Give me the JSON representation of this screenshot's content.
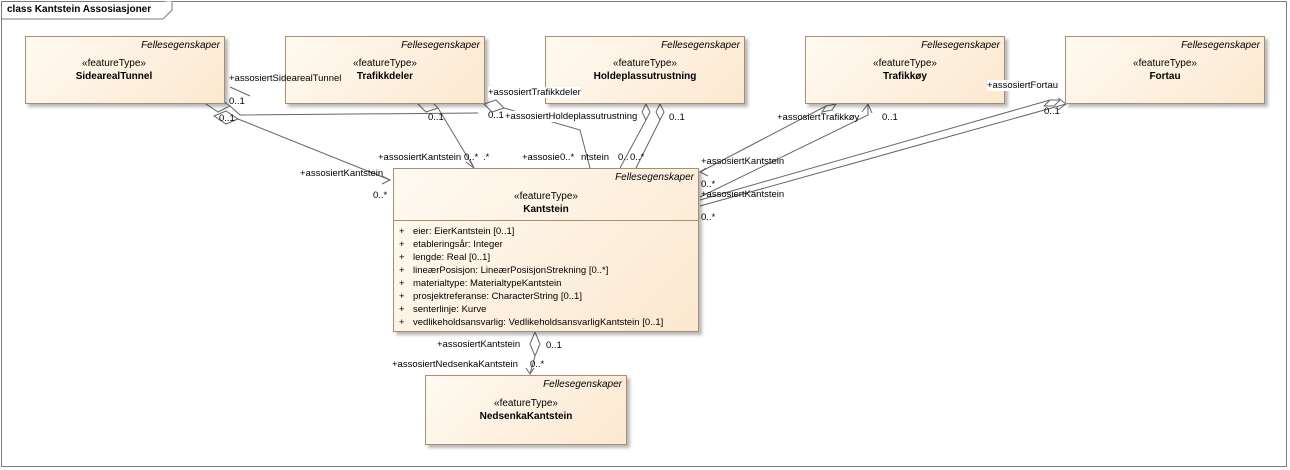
{
  "diagram_title": "class Kantstein Assosiasjoner",
  "classes": {
    "sidearealtunnel": {
      "tag": "Fellesegenskaper",
      "stereotype": "«featureType»",
      "name": "SidearealTunnel"
    },
    "trafikkdeler": {
      "tag": "Fellesegenskaper",
      "stereotype": "«featureType»",
      "name": "Trafikkdeler"
    },
    "holdeplassutrustning": {
      "tag": "Fellesegenskaper",
      "stereotype": "«featureType»",
      "name": "Holdeplassutrustning"
    },
    "trafikkoy": {
      "tag": "Fellesegenskaper",
      "stereotype": "«featureType»",
      "name": "Trafikkøy"
    },
    "fortau": {
      "tag": "Fellesegenskaper",
      "stereotype": "«featureType»",
      "name": "Fortau"
    },
    "kantstein": {
      "tag": "Fellesegenskaper",
      "stereotype": "«featureType»",
      "name": "Kantstein",
      "attributes": [
        {
          "vis": "+",
          "text": "eier: EierKantstein [0..1]"
        },
        {
          "vis": "+",
          "text": "etableringsår: Integer"
        },
        {
          "vis": "+",
          "text": "lengde: Real [0..1]"
        },
        {
          "vis": "+",
          "text": "lineærPosisjon: LineærPosisjonStrekning [0..*]"
        },
        {
          "vis": "+",
          "text": "materialtype: MaterialtypeKantstein"
        },
        {
          "vis": "+",
          "text": "prosjektreferanse: CharacterString [0..1]"
        },
        {
          "vis": "+",
          "text": "senterlinje: Kurve"
        },
        {
          "vis": "+",
          "text": "vedlikeholdsansvarlig: VedlikeholdsansvarligKantstein [0..1]"
        }
      ]
    },
    "nedsenkakantstein": {
      "tag": "Fellesegenskaper",
      "stereotype": "«featureType»",
      "name": "NedsenkaKantstein"
    }
  },
  "labels": {
    "assosiert_sidearealtunnel": "+assosiertSidearealTunnel",
    "sidearealtunnel_mult_a": "0..1",
    "sidearealtunnel_mult_b": "0..1",
    "assosiert_kantstein_1": "+assosiertKantstein",
    "kantstein_mult_1": "0..*",
    "assosiert_trafikkdeler": "+assosiertTrafikkdeler",
    "trafikkdeler_mult_a": "0..1",
    "trafikkdeler_mult_b": "0..1",
    "assosiert_kantstein_2": "+assosiertKantstein",
    "kantstein_mult_2": "0..*",
    "kantstein_mult_2b": ".*",
    "assosiert_holdeplassutrustning": "+assosiertHoldeplassutrustning",
    "holdeplassutrustning_mult": "0..1",
    "assosiert_kantstein_3a": "+assosie",
    "kantstein_mult_3": "0..*",
    "assosiert_kantstein_3b": "ntstein",
    "kantstein_mult_4": "0..",
    "kantstein_mult_5": "0..*",
    "assosiert_trafikkoy": "+assosiertTrafikkøy",
    "trafikkoy_mult": "0..1",
    "assosiert_kantstein_4": "+assosiertKantstein",
    "kantstein_mult_6": "0..*",
    "assosiert_fortau": "+assosiertFortau",
    "fortau_mult": "0..1",
    "assosiert_kantstein_5": "+assosiertKantstein",
    "kantstein_mult_7": "0..*",
    "assosiert_kantstein_6": "+assosiertKantstein",
    "kantstein_mult_8": "0..1",
    "assosiert_nedsenkakantstein": "+assosiertNedsenkaKantstein",
    "nedsenkakantstein_mult": "0..*"
  }
}
